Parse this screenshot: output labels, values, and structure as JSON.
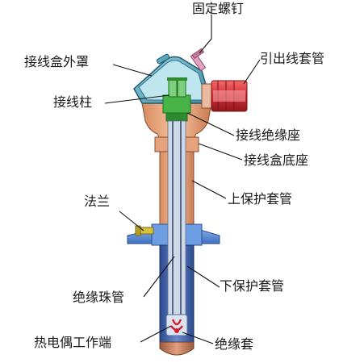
{
  "labels": {
    "fixing_screw": "固定螺钉",
    "junction_box_cover": "接线盒外罩",
    "lead_wire_sleeve": "引出线套管",
    "terminal_post": "接线柱",
    "terminal_insulating_base": "接线绝缘座",
    "junction_box_base": "接线盒底座",
    "flange": "法兰",
    "upper_protective_tube": "上保护套管",
    "insulating_bead_tube": "绝缘珠管",
    "lower_protective_tube": "下保护套管",
    "hot_junction": "热电偶工作端",
    "insulating_sleeve": "绝缘套"
  },
  "colors": {
    "cover": "#5aa9bf",
    "cover_dark": "#2f6f86",
    "terminal": "#3aa53a",
    "terminal_dark": "#1f6e1f",
    "copper": "#e8a57d",
    "copper_dark": "#b86f48",
    "sleeve_red": "#d9363e",
    "flange": "#5b8fd6",
    "lower_tube": "#3e5fa8",
    "inner_rod": "#8ab4e8",
    "tip": "#c97c5d"
  }
}
